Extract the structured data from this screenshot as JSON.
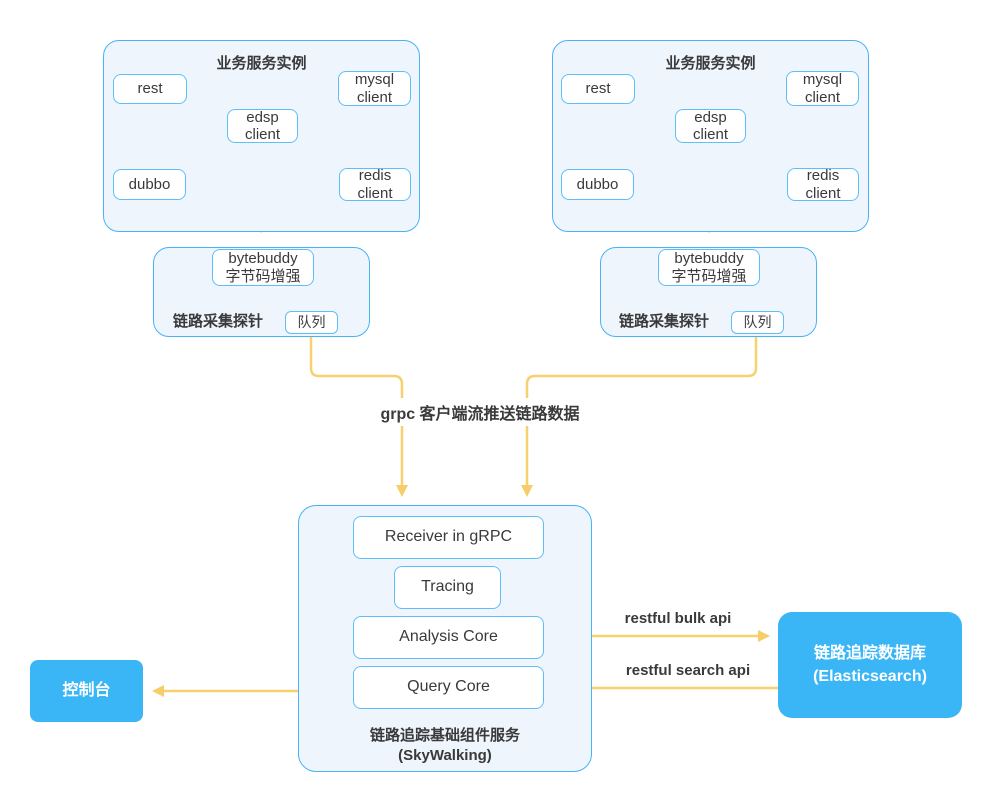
{
  "diagram": {
    "service_group": {
      "title": "业务服务实例",
      "nodes": {
        "rest": "rest",
        "edsp": "edsp\nclient",
        "mysql": "mysql\nclient",
        "dubbo": "dubbo",
        "redis": "redis\nclient"
      }
    },
    "probe": {
      "label": "链路采集探针",
      "bytebuddy": "bytebuddy\n字节码增强",
      "queue": "队列"
    },
    "edges": {
      "grpc_push": "grpc 客户端流推送链路数据",
      "bulk_api": "restful bulk api",
      "search_api": "restful search api"
    },
    "skywalking": {
      "nodes": [
        "Receiver in gRPC",
        "Tracing",
        "Analysis Core",
        "Query Core"
      ],
      "label": "链路追踪基础组件服务\n(SkyWalking)"
    },
    "database": {
      "label": "链路追踪数据库\n(Elasticsearch)"
    },
    "console": {
      "label": "控制台"
    },
    "colors": {
      "group_fill": "#eef5fd",
      "group_border": "#47b3f6",
      "node_border": "#5fbef8",
      "accent_blue": "#3ab6f7",
      "solid_line": "#f8d06e",
      "dashed_line": "#fadf9d",
      "text": "#3a3a3a"
    }
  }
}
